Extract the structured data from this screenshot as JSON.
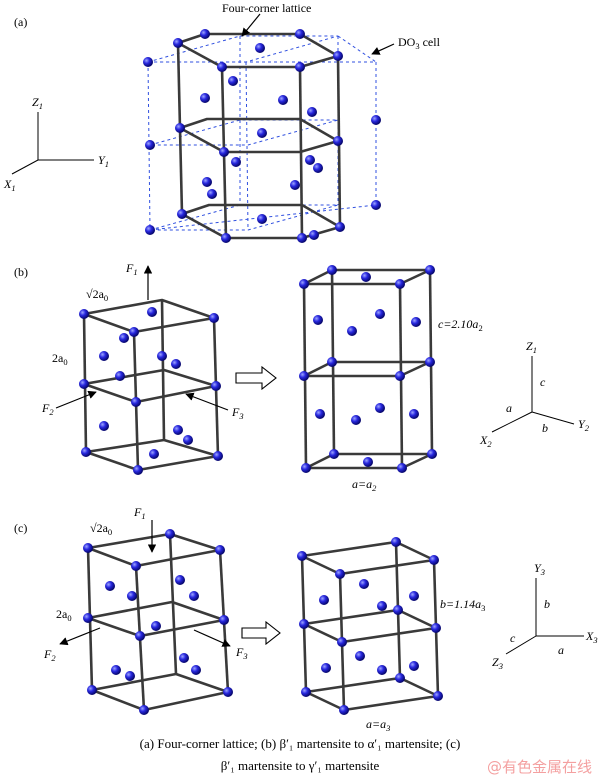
{
  "panels": {
    "a": {
      "label": "(a)",
      "top_label": "Four-corner lattice",
      "right_label_main": "DO",
      "right_label_sub": "3",
      "right_label_tail": " cell",
      "axes": {
        "z": "Z",
        "z_sub": "1",
        "y": "Y",
        "y_sub": "1",
        "x": "X",
        "x_sub": "1"
      }
    },
    "b": {
      "label": "(b)",
      "f1": "F",
      "f1_sub": "1",
      "f2": "F",
      "f2_sub": "2",
      "f3": "F",
      "f3_sub": "3",
      "edge_top": "√2a",
      "edge_top_sub": "0",
      "edge_side": "2a",
      "edge_side_sub": "0",
      "c_param": "c=2.10a",
      "c_param_sub": "2",
      "a_param": "a=a",
      "a_param_sub": "2",
      "axes": {
        "z": "Z",
        "z_sub": "1",
        "y": "Y",
        "y_sub": "2",
        "x": "X",
        "x_sub": "2",
        "c": "c",
        "a": "a",
        "b": "b"
      }
    },
    "c": {
      "label": "(c)",
      "f1": "F",
      "f1_sub": "1",
      "f2": "F",
      "f2_sub": "2",
      "f3": "F",
      "f3_sub": "3",
      "edge_top": "√2a",
      "edge_top_sub": "0",
      "edge_side": "2a",
      "edge_side_sub": "0",
      "b_param": "b=1.14a",
      "b_param_sub": "3",
      "a_param": "a=a",
      "a_param_sub": "3",
      "axes": {
        "y": "Y",
        "y_sub": "3",
        "x": "X",
        "x_sub": "3",
        "z": "Z",
        "z_sub": "3",
        "b": "b",
        "c": "c",
        "a": "a"
      }
    }
  },
  "caption": {
    "line1": "(a) Four-corner lattice; (b)  β′₁  martensite to  α′₁  martensite; (c)",
    "line2": "β′₁  martensite to  γ′₁  martensite"
  },
  "watermark": "@有色金属在线",
  "colors": {
    "atom": "#1a1ad8",
    "frame": "#3a3a3a",
    "dash": "#3050e0"
  }
}
